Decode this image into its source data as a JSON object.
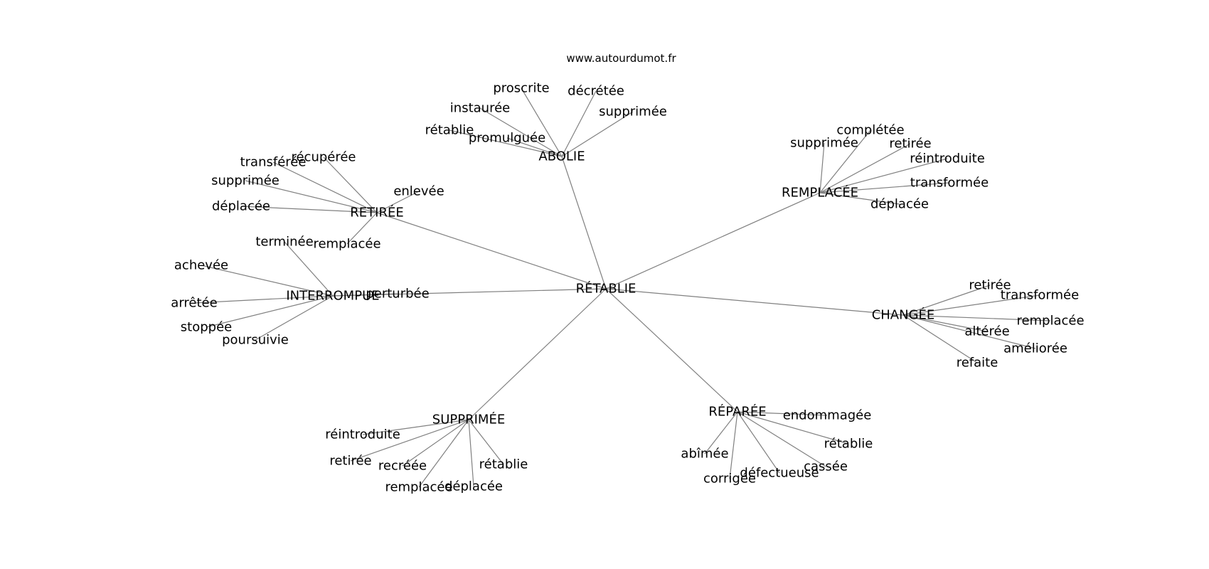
{
  "header": {
    "site": "www.autourdumot.fr"
  },
  "graph": {
    "center": "RÉTABLIE",
    "clusters": [
      {
        "hub": "ABOLIE",
        "leaves": [
          "proscrite",
          "décrétée",
          "supprimée",
          "instaurée",
          "rétablie",
          "promulguée"
        ]
      },
      {
        "hub": "REMPLACÉE",
        "leaves": [
          "complétée",
          "supprimée",
          "retirée",
          "réintroduite",
          "transformée",
          "déplacée"
        ]
      },
      {
        "hub": "RETIRÉE",
        "leaves": [
          "transférée",
          "récupérée",
          "supprimée",
          "enlevée",
          "déplacée",
          "remplacée"
        ]
      },
      {
        "hub": "INTERROMPUE",
        "leaves": [
          "terminée",
          "achevée",
          "perturbée",
          "arrêtée",
          "stoppée",
          "poursuivie"
        ]
      },
      {
        "hub": "CHANGÉE",
        "leaves": [
          "retirée",
          "transformée",
          "remplacée",
          "altérée",
          "améliorée",
          "refaite"
        ]
      },
      {
        "hub": "SUPPRIMÉE",
        "leaves": [
          "réintroduite",
          "retirée",
          "recréée",
          "rétablie",
          "remplacée",
          "déplacée"
        ]
      },
      {
        "hub": "RÉPARÉE",
        "leaves": [
          "endommagée",
          "rétablie",
          "abîmée",
          "cassée",
          "défectueuse",
          "corrigée"
        ]
      }
    ]
  }
}
